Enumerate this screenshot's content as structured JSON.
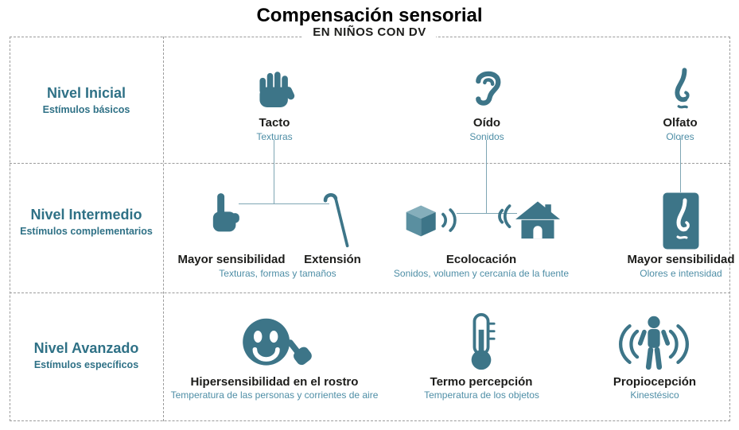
{
  "title": "Compensación sensorial",
  "subtitle": "EN NIÑOS CON DV",
  "colors": {
    "teal": "#3d7588",
    "teal_light": "#85aebb",
    "teal_mid": "#5a8fa0",
    "subtext": "#4e8ea6",
    "level_text": "#2f7186",
    "label_text": "#1d1d1b",
    "dash": "#9b9b9b",
    "conn": "#7fa6b4"
  },
  "levels": [
    {
      "name": "Nivel Inicial",
      "desc": "Estímulos básicos"
    },
    {
      "name": "Nivel Intermedio",
      "desc": "Estímulos complementarios"
    },
    {
      "name": "Nivel Avanzado",
      "desc": "Estímulos específicos"
    }
  ],
  "row1": {
    "tacto": {
      "icon": "hand-icon",
      "label": "Tacto",
      "sub": "Texturas"
    },
    "oido": {
      "icon": "ear-icon",
      "label": "Oído",
      "sub": "Sonidos"
    },
    "olfato": {
      "icon": "nose-icon",
      "label": "Olfato",
      "sub": "Olores"
    }
  },
  "row2": {
    "tacto": {
      "icon_left": "pointing-finger-icon",
      "icon_right": "cane-icon",
      "label_left": "Mayor sensibilidad",
      "label_right": "Extensión",
      "sub": "Texturas, formas y tamaños"
    },
    "oido": {
      "icon_left": "cube-sound-icon",
      "icon_right": "house-echo-icon",
      "label": "Ecolocación",
      "sub": "Sonidos, volumen y cercanía de la fuente"
    },
    "olfato": {
      "icon": "nose-card-icon",
      "label": "Mayor sensibilidad",
      "sub": "Olores e intensidad"
    }
  },
  "row3": {
    "rostro": {
      "icon": "face-touch-icon",
      "label": "Hipersensibilidad en el rostro",
      "sub": "Temperatura de las personas y corrientes de aire"
    },
    "termo": {
      "icon": "thermometer-icon",
      "label": "Termo percepción",
      "sub": "Temperatura de los objetos"
    },
    "proprio": {
      "icon": "body-waves-icon",
      "label": "Propiocepción",
      "sub": "Kinestésico"
    }
  },
  "icons": {
    "hand-icon": "open hand (touch)",
    "ear-icon": "ear (hearing)",
    "nose-icon": "nose (smell)",
    "pointing-finger-icon": "hand with raised index finger",
    "cane-icon": "white cane",
    "cube-sound-icon": "cube emitting sound waves",
    "house-echo-icon": "sound waves returning to house",
    "nose-card-icon": "nose on teal card",
    "face-touch-icon": "smiling face touched by finger",
    "thermometer-icon": "thermometer",
    "body-waves-icon": "standing person with kinesthetic waves"
  }
}
